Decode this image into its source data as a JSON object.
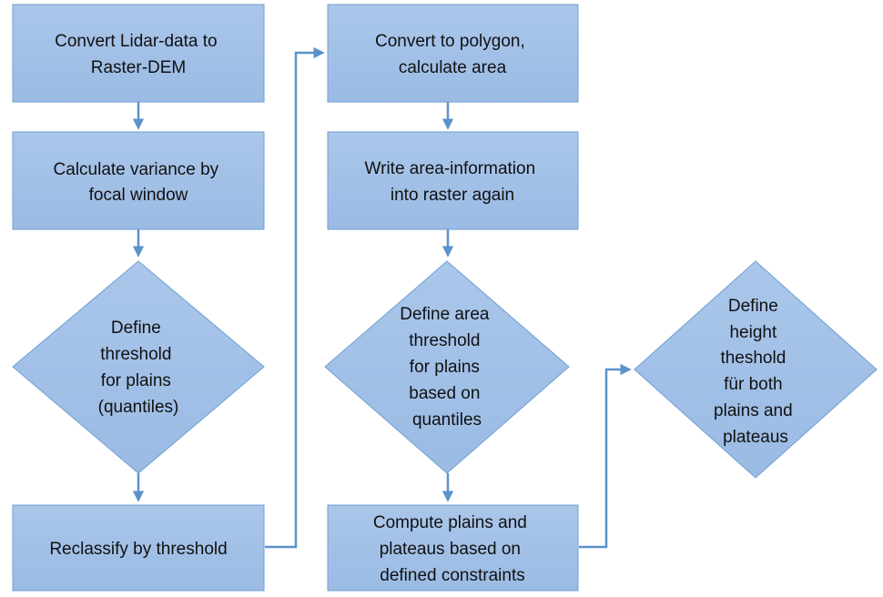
{
  "colors": {
    "box_fill": "#a3c1e7",
    "box_stroke": "#6f9fd3",
    "arrow": "#5b92c9"
  },
  "nodes": {
    "convert_lidar": [
      "Convert Lidar-data to",
      "Raster-DEM"
    ],
    "calc_variance": [
      "Calculate variance by",
      "focal window"
    ],
    "define_threshold": [
      "Define",
      "threshold",
      "for plains",
      "(quantiles)"
    ],
    "reclassify": [
      "Reclassify by threshold"
    ],
    "convert_polygon": [
      "Convert to polygon,",
      "calculate area"
    ],
    "write_area": [
      "Write area-information",
      "into raster again"
    ],
    "define_area_threshold": [
      "Define area",
      "threshold",
      "for plains",
      "based on",
      "quantiles"
    ],
    "compute_plains": [
      "Compute plains and",
      "plateaus based on",
      "defined constraints"
    ],
    "define_height": [
      "Define",
      "height",
      "theshold",
      "für both",
      "plains and",
      "plateaus"
    ]
  }
}
